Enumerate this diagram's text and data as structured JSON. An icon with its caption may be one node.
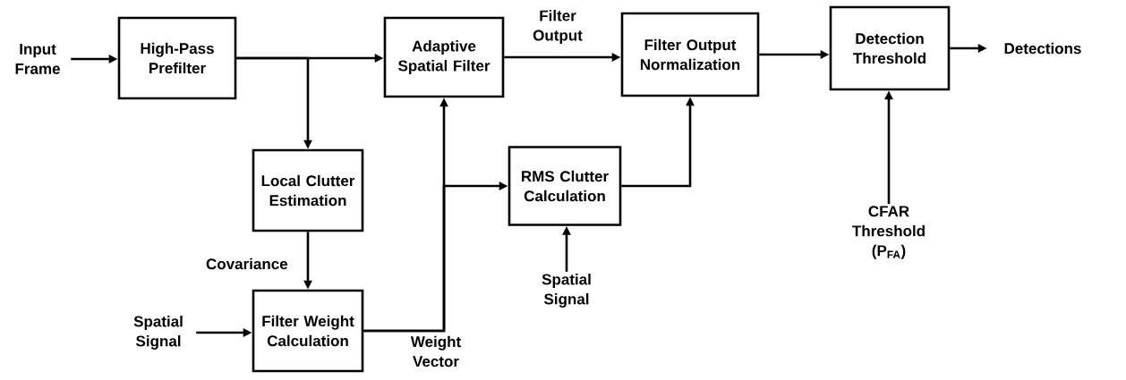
{
  "diagram": {
    "nodes": [
      {
        "text": [
          "Input Frame"
        ]
      },
      {
        "text": [
          "High-Pass Prefilter"
        ]
      },
      {
        "text": [
          "Adaptive Spatial Filter"
        ]
      },
      {
        "text": [
          "Filter Output Normalization"
        ]
      },
      {
        "text": [
          "Detection Threshold"
        ]
      },
      {
        "text": [
          "Detections"
        ]
      },
      {
        "text": [
          "Local Clutter Estimation"
        ]
      },
      {
        "text": [
          "RMS Clutter Calculation"
        ]
      },
      {
        "text": [
          "Filter Weight Calculation"
        ]
      },
      {
        "text": [
          "Spatial Signal"
        ]
      },
      {
        "text": [
          "Spatial Signal"
        ]
      },
      {
        "text": [
          "CFAR Threshold (P$_{FA}$)"
        ]
      }
    ],
    "edges": [
      {
        "from": 0,
        "to": 1,
        "arrow": "to"
      },
      {
        "from": 1,
        "to": 2,
        "arrow": "to"
      },
      {
        "from": 1,
        "to": 6,
        "arrow": "to"
      },
      {
        "from": 6,
        "to": 8,
        "arrow": "to",
        "label": "Covariance"
      },
      {
        "from": 9,
        "to": 8,
        "arrow": "to"
      },
      {
        "from": 8,
        "to": 2,
        "arrow": "to",
        "label": "Weight Vector"
      },
      {
        "from": 8,
        "to": 7,
        "arrow": "to"
      },
      {
        "from": 2,
        "to": 3,
        "arrow": "to",
        "label": "Filter Output"
      },
      {
        "from": 7,
        "to": 3,
        "arrow": "to"
      },
      {
        "from": 3,
        "to": 4,
        "arrow": "to"
      },
      {
        "from": 4,
        "to": 5,
        "arrow": "to"
      },
      {
        "from": 10,
        "to": 7,
        "arrow": "to"
      },
      {
        "from": 11,
        "to": 4,
        "arrow": "to"
      }
    ]
  }
}
